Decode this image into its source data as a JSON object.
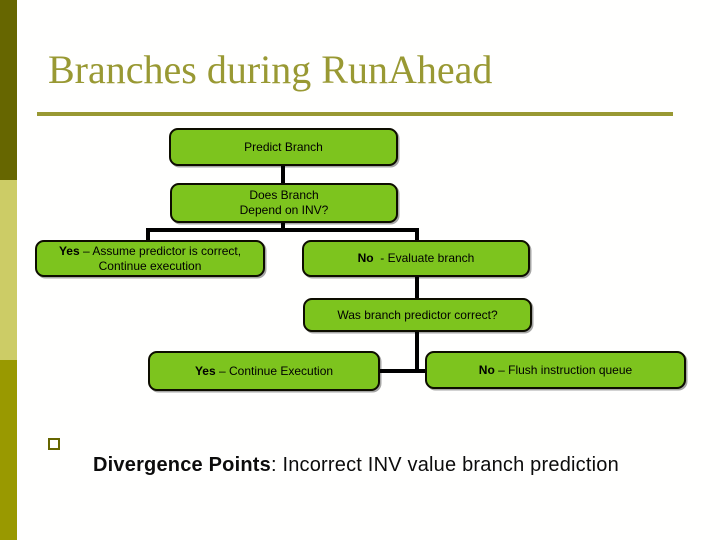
{
  "title": "Branches during RunAhead",
  "flowchart": {
    "predict": {
      "label": "Predict Branch"
    },
    "depend": {
      "line1": "Does Branch",
      "line2": "Depend on INV?"
    },
    "yes_assume": {
      "bold": "Yes",
      "rest": " – Assume predictor is correct,",
      "line2": "Continue execution"
    },
    "no_evaluate": {
      "bold": "No",
      "rest": "  - Evaluate branch"
    },
    "was_correct": {
      "label": "Was branch predictor correct?"
    },
    "yes_continue": {
      "bold": "Yes",
      "rest": " – Continue Execution"
    },
    "no_flush": {
      "bold": "No",
      "rest": " – Flush instruction queue"
    }
  },
  "bullet": {
    "bold": "Divergence Points",
    "rest": ": Incorrect INV value branch prediction"
  },
  "colors": {
    "node_fill": "#7DC41E",
    "node_border": "#000000",
    "title_olive": "#999933",
    "sidebar_dark": "#666600",
    "sidebar_light": "#CCCC66",
    "sidebar_mid": "#999900",
    "background": "#FFFFFE"
  }
}
